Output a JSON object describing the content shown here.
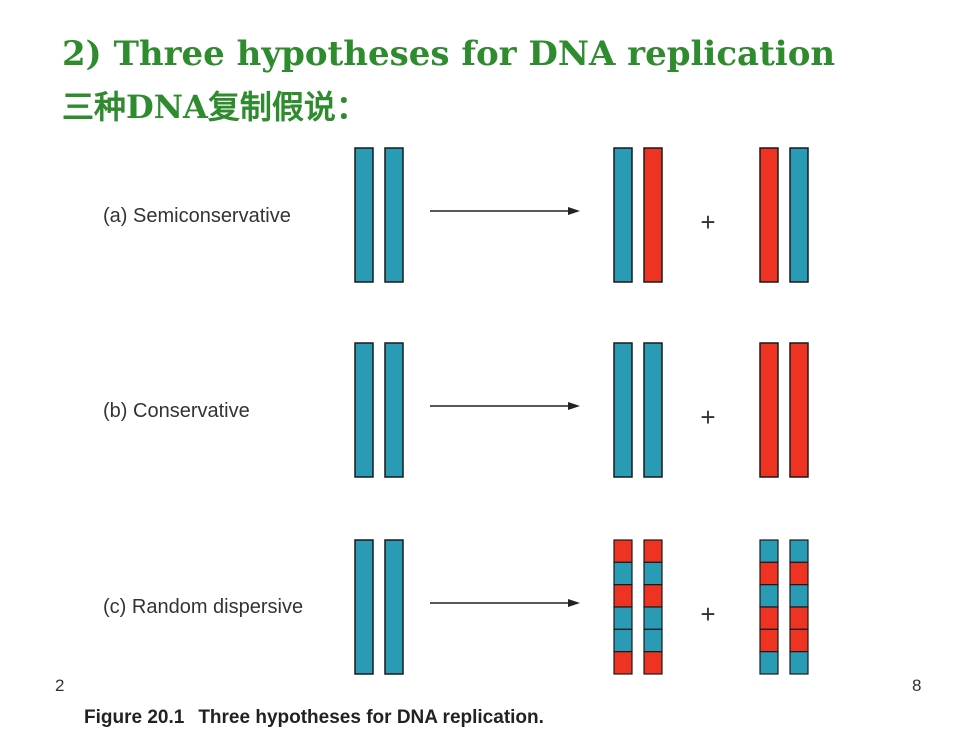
{
  "title": {
    "line1": "2) Three hypotheses for  DNA replication",
    "line2": "三种DNA复制假说："
  },
  "rows": [
    {
      "label": "(a) Semiconservative",
      "parent": [
        "blue",
        "blue"
      ],
      "daughter1": [
        "blue",
        "red"
      ],
      "daughter2": [
        "red",
        "blue"
      ],
      "plus": "+"
    },
    {
      "label": "(b) Conservative",
      "parent": [
        "blue",
        "blue"
      ],
      "daughter1": [
        "blue",
        "blue"
      ],
      "daughter2": [
        "red",
        "red"
      ],
      "plus": "+"
    },
    {
      "label": "(c) Random dispersive",
      "parent": [
        "blue",
        "blue"
      ],
      "daughter1": [
        [
          "red",
          "blue",
          "red",
          "blue",
          "blue",
          "red"
        ],
        [
          "red",
          "blue",
          "red",
          "blue",
          "blue",
          "red"
        ]
      ],
      "daughter2": [
        [
          "blue",
          "red",
          "blue",
          "red",
          "red",
          "blue"
        ],
        [
          "blue",
          "red",
          "blue",
          "red",
          "red",
          "blue"
        ]
      ],
      "plus": "+"
    }
  ],
  "caption": {
    "figure": "Figure 20.1",
    "text": "Three hypotheses for DNA replication."
  },
  "slide_number": "8",
  "corner_left": "2",
  "colors": {
    "title_green": "#2e8b2e",
    "strand_blue": "#2a9bb5",
    "strand_red": "#ee3322",
    "stroke": "#1a1a1a"
  }
}
